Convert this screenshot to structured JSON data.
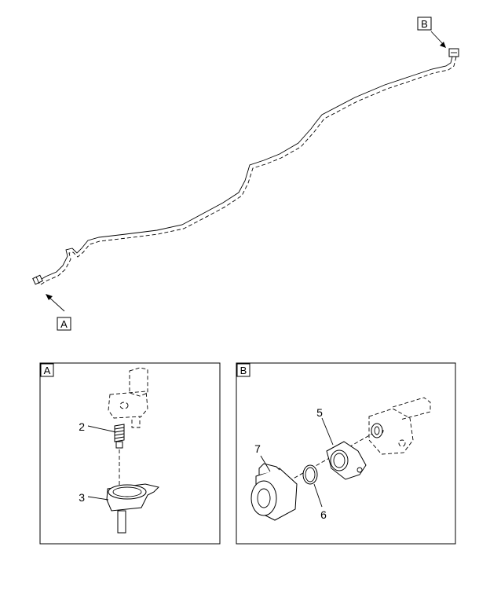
{
  "callouts": {
    "view_a": "A",
    "view_b": "B"
  },
  "detail_a": {
    "tag": "A",
    "parts": [
      "2",
      "3"
    ]
  },
  "detail_b": {
    "tag": "B",
    "parts": [
      "5",
      "6",
      "7"
    ]
  }
}
